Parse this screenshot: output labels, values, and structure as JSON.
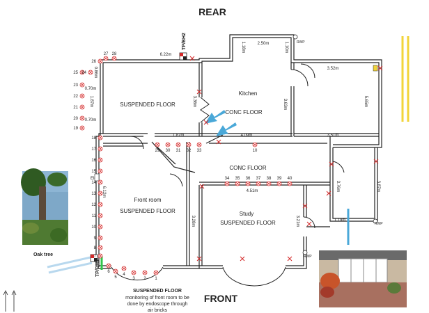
{
  "headings": {
    "rear": "REAR",
    "front": "FRONT"
  },
  "rooms": {
    "kitchen": "Kitchen",
    "rear_floor": "SUSPENDED FLOOR",
    "kitchen_floor": "CONC FLOOR",
    "hall_floor": "CONC FLOOR",
    "front_room": "Front room",
    "front_room_floor": "SUSPENDED FLOOR",
    "study": "Study",
    "study_floor": "SUSPENDED FLOOR"
  },
  "dimensions": {
    "d_622": "6.22m",
    "d_250": "2.50m",
    "d_118": "1.18m",
    "d_110": "1.10m",
    "d_352": "3.52m",
    "d_086": "0.86m",
    "d_070a": "0.70m",
    "d_187v": "1.87m",
    "d_070b": "0.70m",
    "d_336": "3.36m",
    "d_363": "3.63m",
    "d_565": "5.65m",
    "d_187h": "1.87m",
    "d_409": "4.09m",
    "d_351": "3.51m",
    "d_612": "6.12m",
    "d_328": "3.28m",
    "d_376": "3.76m",
    "d_387": "3.87m",
    "d_451": "4.51m",
    "d_321": "3.21m",
    "d_119": "1.19m"
  },
  "markers": {
    "tpbh2": "TP/BH2",
    "tpbh1": "TP/BH1",
    "rwp": "RWP",
    "elec": "Elec",
    "oak_tree": "Oak tree"
  },
  "notes": {
    "line1": "SUSPENDED FLOOR",
    "line2": "monitoring of front room to be",
    "line3": "done by endoscope through",
    "line4": "air bricks"
  },
  "points": {
    "top": [
      "27",
      "28"
    ],
    "left": [
      "26",
      "25",
      "24",
      "23",
      "22",
      "21",
      "20",
      "19",
      "18",
      "17",
      "16",
      "15",
      "14",
      "13",
      "12",
      "11",
      "10",
      "9",
      "8",
      "7"
    ],
    "bay": [
      "6",
      "5",
      "4",
      "3",
      "2",
      "1"
    ],
    "mid": [
      "29",
      "30",
      "31",
      "32",
      "33"
    ],
    "p10": "10",
    "study": [
      "34",
      "35",
      "36",
      "37",
      "38",
      "39",
      "40"
    ]
  },
  "colors": {
    "arrow": "#4aa8d8",
    "wall": "#222222",
    "marker": "#d42a2a",
    "yellow": "#f2d43a",
    "green": "#2fc64a"
  }
}
